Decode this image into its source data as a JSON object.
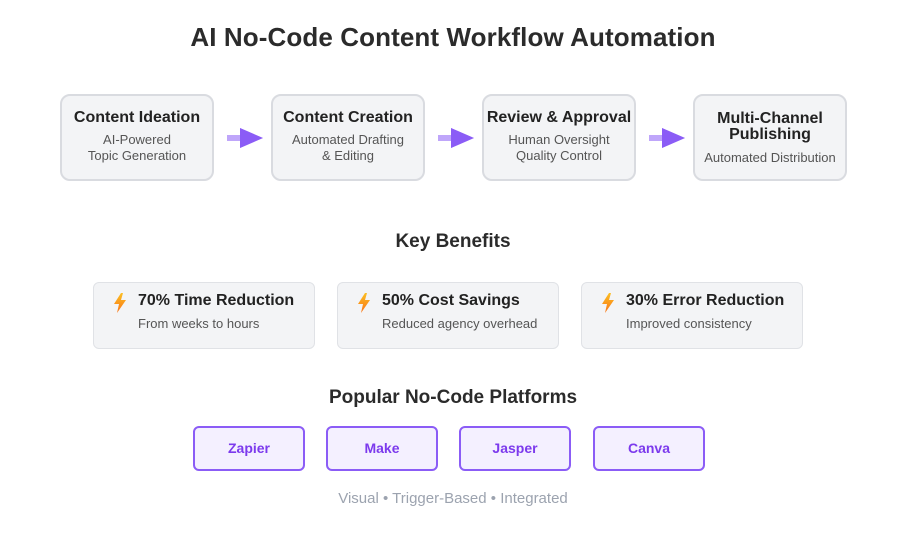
{
  "title": "AI No-Code Content Workflow Automation",
  "workflow": {
    "steps": [
      {
        "title": "Content Ideation",
        "sub": [
          "AI-Powered",
          "Topic Generation"
        ]
      },
      {
        "title": "Content Creation",
        "sub": [
          "Automated Drafting",
          "& Editing"
        ]
      },
      {
        "title": "Review & Approval",
        "sub": [
          "Human Oversight",
          "Quality Control"
        ]
      },
      {
        "title": [
          "Multi-Channel",
          "Publishing"
        ],
        "sub": [
          "Automated Distribution"
        ]
      }
    ]
  },
  "benefits": {
    "heading": "Key Benefits",
    "items": [
      {
        "title": "70% Time Reduction",
        "sub": "From weeks to hours",
        "icon": "lightning-bolt-icon"
      },
      {
        "title": "50% Cost Savings",
        "sub": "Reduced agency overhead",
        "icon": "lightning-bolt-icon"
      },
      {
        "title": "30% Error Reduction",
        "sub": "Improved consistency",
        "icon": "lightning-bolt-icon"
      }
    ]
  },
  "platforms": {
    "heading": "Popular No-Code Platforms",
    "items": [
      "Zapier",
      "Make",
      "Jasper",
      "Canva"
    ],
    "footer": "Visual • Trigger-Based • Integrated"
  },
  "colors": {
    "accent": "#8b5cf6",
    "bolt_top": "#fbbf24",
    "bolt_bottom": "#f97316"
  }
}
